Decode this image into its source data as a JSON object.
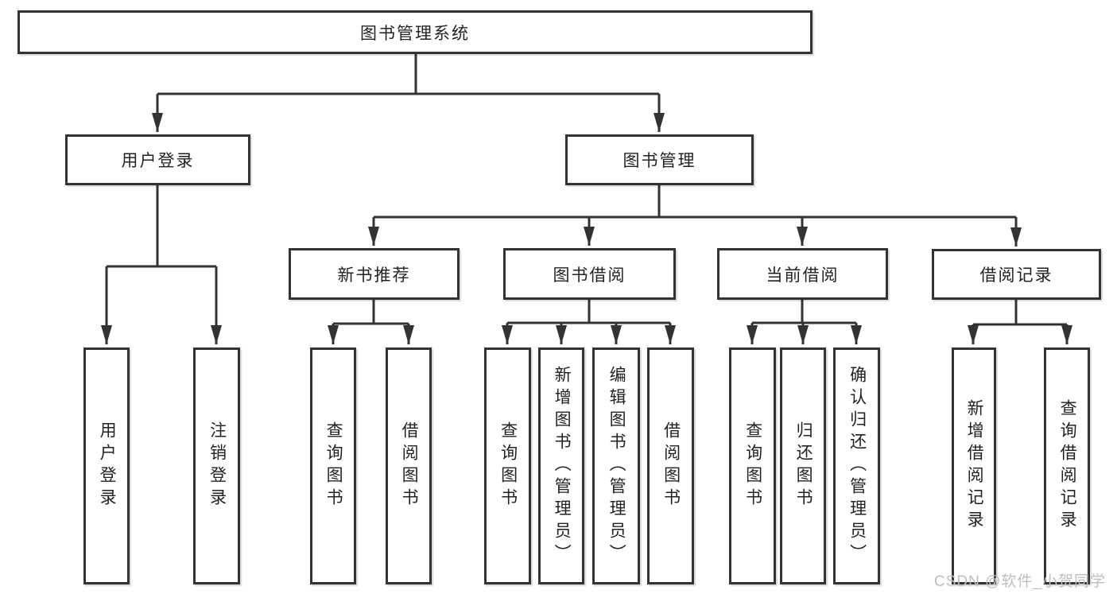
{
  "diagram": {
    "nodes": {
      "root": "图书管理系统",
      "user_login": "用户登录",
      "book_mgmt": "图书管理",
      "new_book_rec": "新书推荐",
      "book_borrow": "图书借阅",
      "current_borrow": "当前借阅",
      "borrow_record": "借阅记录",
      "leaf_user_login": "用户登录",
      "leaf_logout": "注销登录",
      "leaf_query_book_1": "查询图书",
      "leaf_borrow_book_1": "借阅图书",
      "leaf_query_book_2": "查询图书",
      "leaf_add_book": "新增图书（管理员）",
      "leaf_edit_book": "编辑图书（管理员）",
      "leaf_borrow_book_2": "借阅图书",
      "leaf_query_book_3": "查询图书",
      "leaf_return_book": "归还图书",
      "leaf_confirm_return": "确认归还（管理员）",
      "leaf_add_record": "新增借阅记录",
      "leaf_query_record": "查询借阅记录"
    },
    "watermark": "CSDN @软件_小贺同学",
    "colors": {
      "line": "#333333",
      "box_border": "#333333",
      "text": "#222222",
      "watermark": "#bfbfbf",
      "background": "#ffffff"
    }
  }
}
